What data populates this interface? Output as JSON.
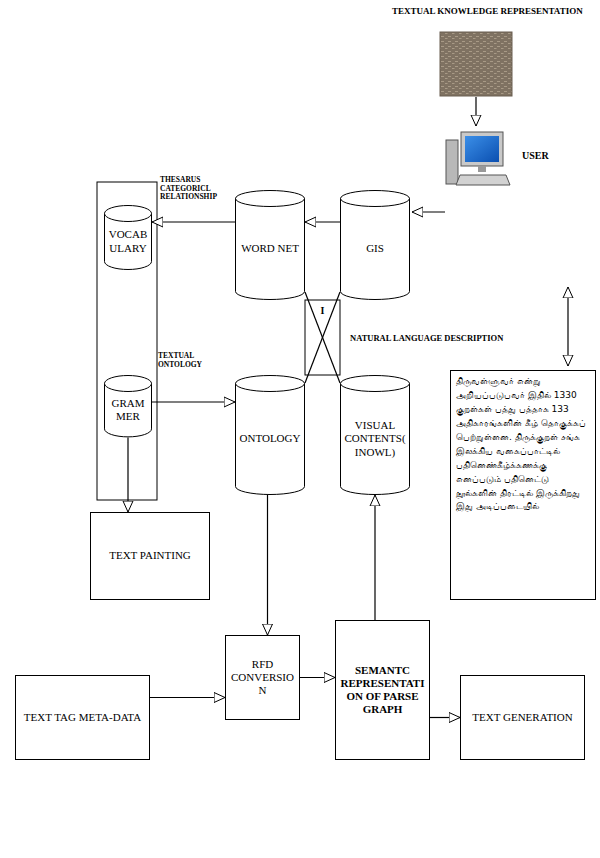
{
  "diagram": {
    "title": "TEXTUAL KNOWLEDGE REPRESENTATION",
    "nodes": [
      {
        "text": [
          "VOCABULARY"
        ]
      },
      {
        "text": [
          "WORD NET"
        ]
      },
      {
        "text": [
          "GIS"
        ]
      },
      {
        "text": [
          "GRAMMER"
        ]
      },
      {
        "text": [
          "ONTOLOGY"
        ]
      },
      {
        "text": [
          "VISUAL CONTENTS(INOWL)"
        ]
      },
      {
        "text": [
          "திருவள்ளுவர் என்று அறியப்படுபவர் இதில் 1330 குறள்கள் பத்து பத்தாக 133 அதிகாரங்களின் கீழ் தொகுக்கப் பெற்றுள்ளன. திருக்குறள் சங்க இலக்கிய வகைப்பாட்டில் பதினெண்கீழ்க்கணக்கு எனப்படும் பதினெட்டு நூல்களின் திரட்டில் இருக்கிறது இது அடிப்படையில்"
        ]
      },
      {
        "text": [
          "TEXT PAINTING"
        ]
      },
      {
        "text": [
          "TEXT TAG META-DATA"
        ]
      },
      {
        "text": [
          "RFD CONVERSION"
        ]
      },
      {
        "text": [
          "SEMANTC REPRESENTATION OF PARSE GRAPH"
        ]
      },
      {
        "text": [
          "TEXT GENERATION"
        ]
      }
    ],
    "edges": [
      {
        "from": 2,
        "to": 1,
        "arrow": "to"
      },
      {
        "from": 1,
        "to": 0,
        "arrow": "to"
      },
      {
        "from": 3,
        "to": 4,
        "arrow": "to"
      },
      {
        "from": 3,
        "to": 7,
        "arrow": "to"
      },
      {
        "from": 4,
        "to": 9,
        "arrow": "to"
      },
      {
        "from": 8,
        "to": 9,
        "arrow": "to"
      },
      {
        "from": 9,
        "to": 10,
        "arrow": "to"
      },
      {
        "from": 10,
        "to": 5,
        "arrow": "to"
      },
      {
        "from": 10,
        "to": 11,
        "arrow": "to"
      },
      {
        "from": 1,
        "to": 5,
        "arrow": "none"
      },
      {
        "from": 2,
        "to": 4,
        "arrow": "none"
      }
    ],
    "labels": [
      "USER",
      "THESARUS CATEGORICL RELATIONSHIP",
      "TEXTUAL ONTOLOGY",
      "NATURAL LANGUAGE DESCRIPTION",
      "I"
    ]
  }
}
